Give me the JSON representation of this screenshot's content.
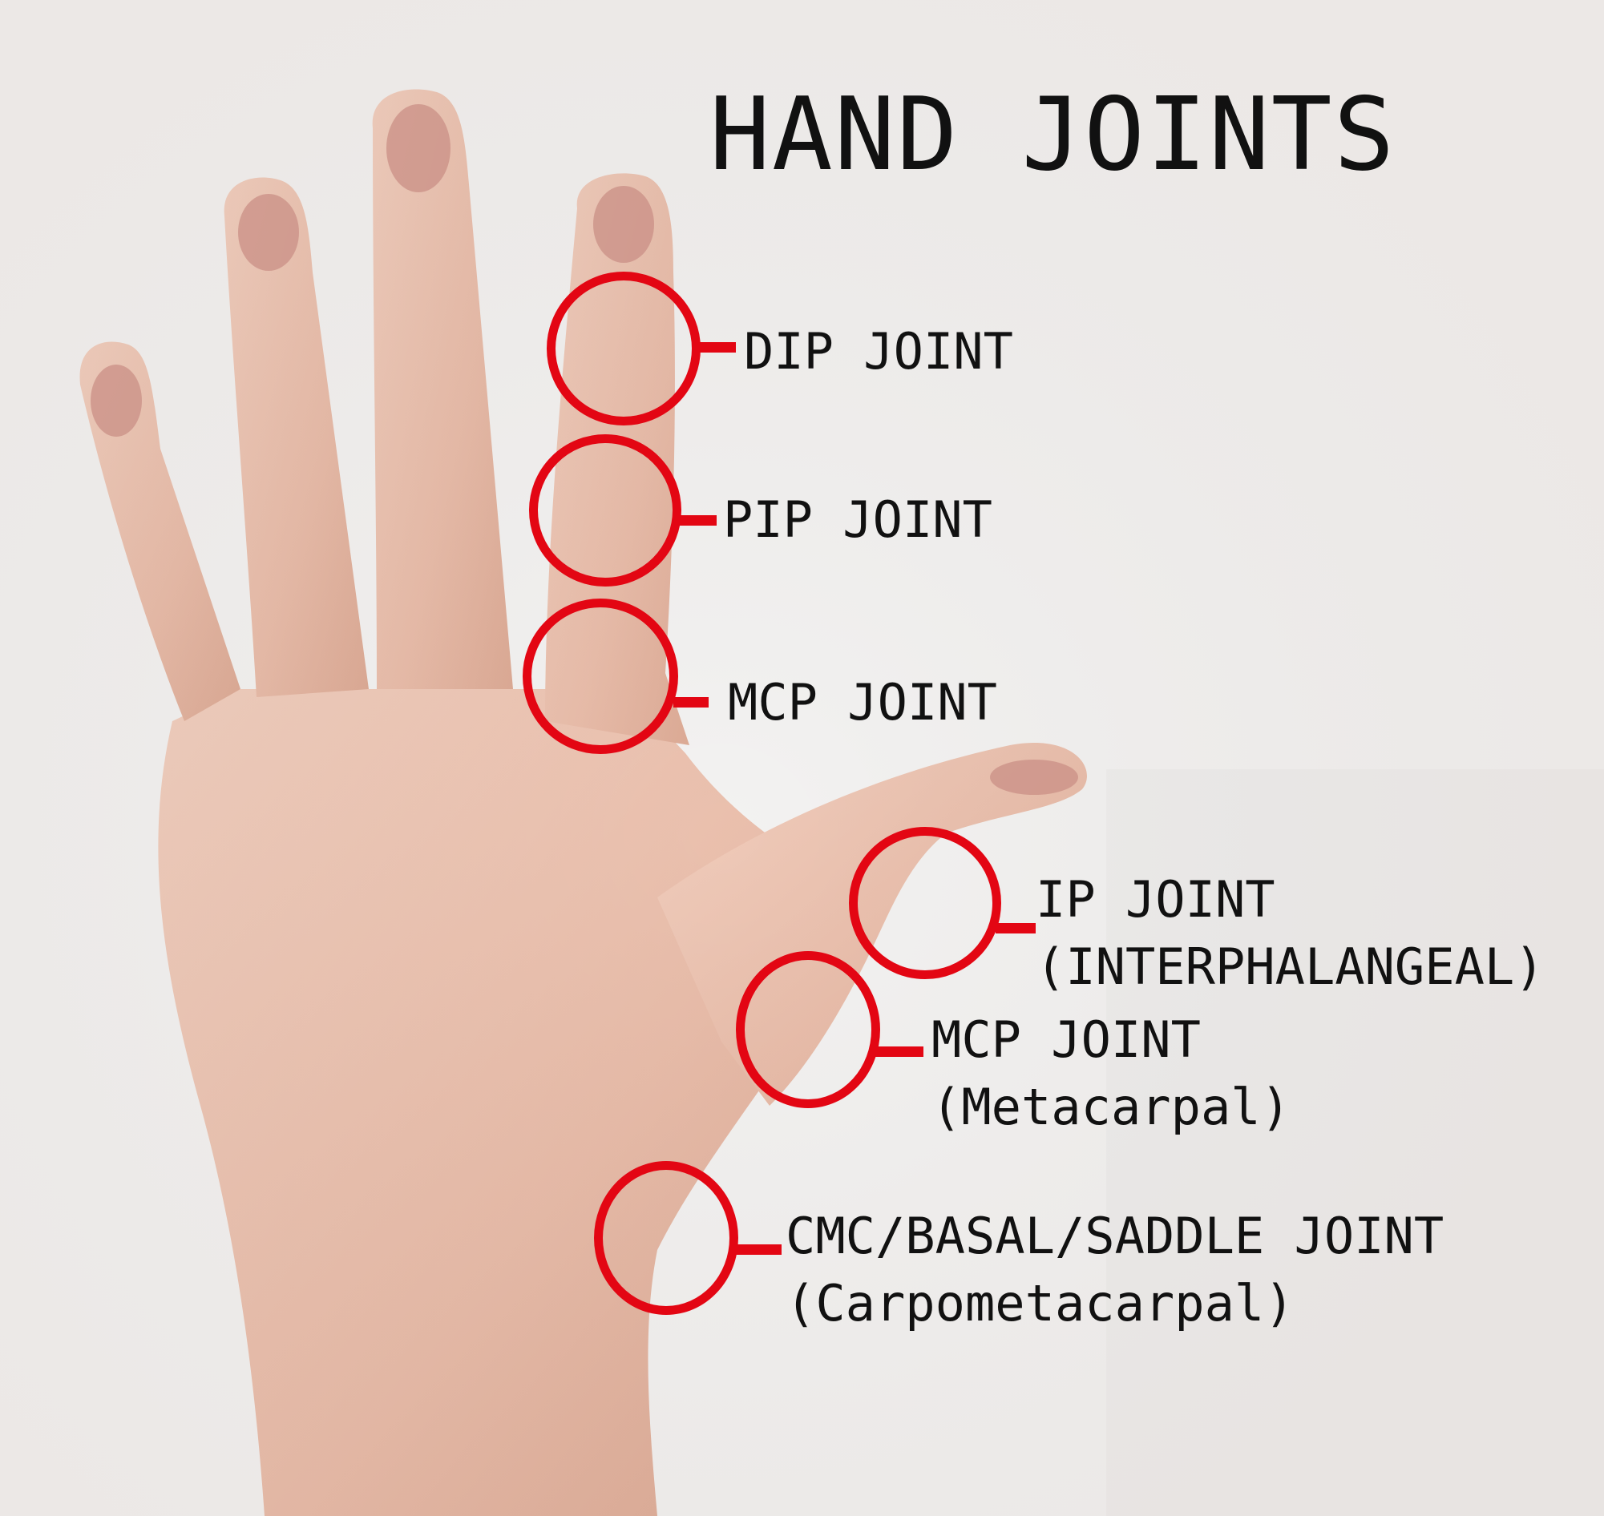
{
  "title": "HAND JOINTS",
  "accent_color": "#e30613",
  "joints": {
    "dip": {
      "line1": "DIP JOINT"
    },
    "pip": {
      "line1": "PIP JOINT"
    },
    "mcp_finger": {
      "line1": "MCP JOINT"
    },
    "ip_thumb": {
      "line1": "IP JOINT",
      "line2": "(INTERPHALANGEAL)"
    },
    "mcp_thumb": {
      "line1": "MCP JOINT",
      "line2": "(Metacarpal)"
    },
    "cmc": {
      "line1": "CMC/BASAL/SADDLE JOINT",
      "line2": "(Carpometacarpal)"
    }
  }
}
